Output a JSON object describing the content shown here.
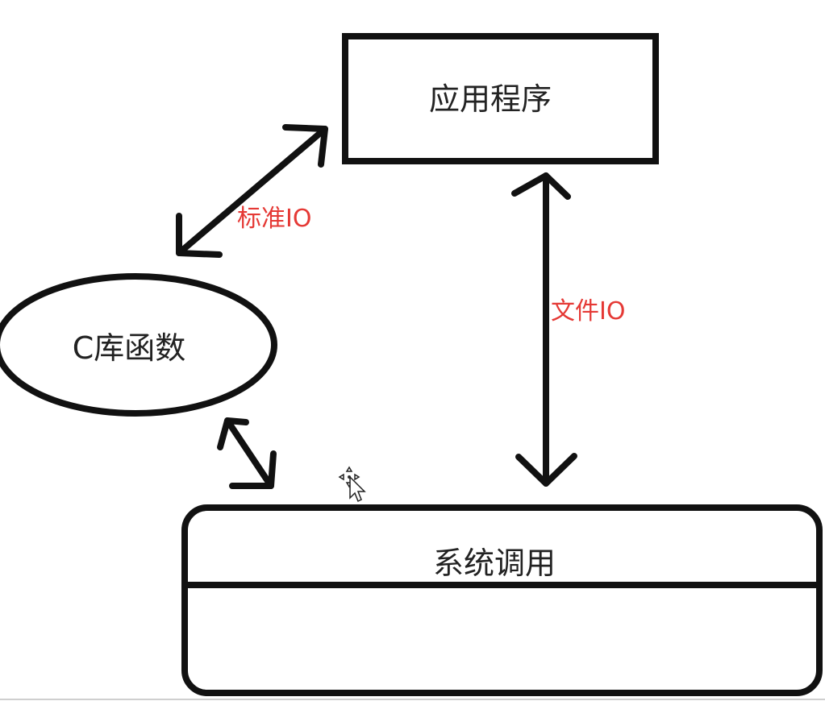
{
  "nodes": {
    "application": {
      "label": "应用程序"
    },
    "c_library": {
      "label": "C库函数"
    },
    "system_call": {
      "label": "系统调用"
    }
  },
  "edges": {
    "standard_io": {
      "label": "标准IO"
    },
    "file_io": {
      "label": "文件IO"
    },
    "lib_to_syscall": {
      "label": ""
    }
  },
  "colors": {
    "stroke": "#111111",
    "node_text": "#222222",
    "edge_label": "#e53935",
    "background": "#ffffff"
  },
  "icons": {
    "cursor": "move-cursor-icon"
  }
}
